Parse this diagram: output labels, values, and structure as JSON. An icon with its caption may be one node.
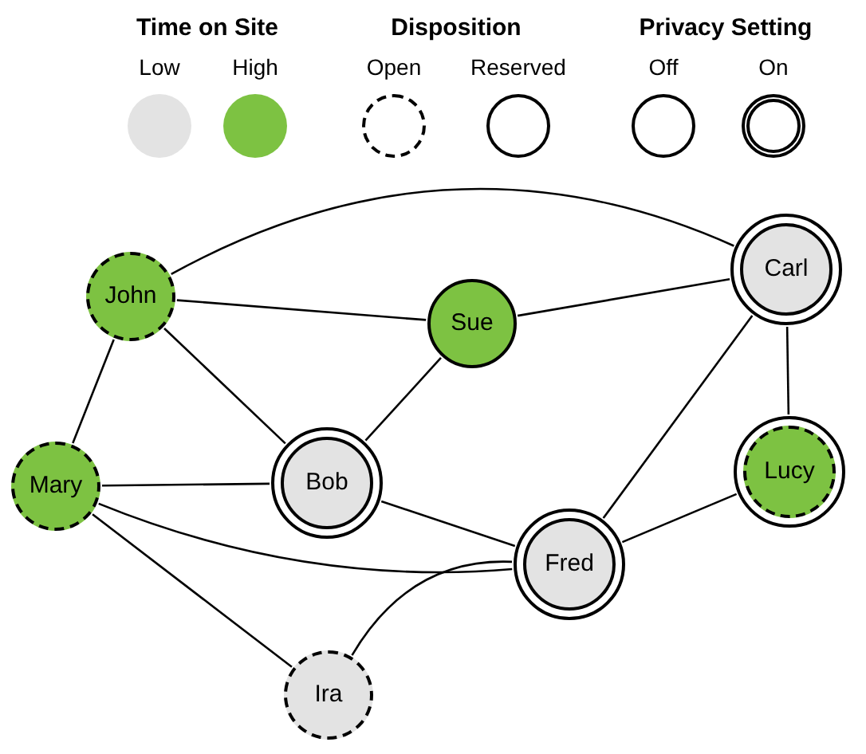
{
  "diagram": {
    "nodes": [
      {
        "text": [
          "John"
        ]
      },
      {
        "text": [
          "Sue"
        ]
      },
      {
        "text": [
          "Carl"
        ]
      },
      {
        "text": [
          "Mary"
        ]
      },
      {
        "text": [
          "Bob"
        ]
      },
      {
        "text": [
          "Lucy"
        ]
      },
      {
        "text": [
          "Fred"
        ]
      },
      {
        "text": [
          "Ira"
        ]
      }
    ],
    "edges": [
      {
        "from": 0,
        "to": 2,
        "arrow": "none"
      },
      {
        "from": 0,
        "to": 1,
        "arrow": "none"
      },
      {
        "from": 0,
        "to": 4,
        "arrow": "none"
      },
      {
        "from": 0,
        "to": 3,
        "arrow": "none"
      },
      {
        "from": 1,
        "to": 2,
        "arrow": "none"
      },
      {
        "from": 1,
        "to": 4,
        "arrow": "none"
      },
      {
        "from": 3,
        "to": 4,
        "arrow": "none"
      },
      {
        "from": 3,
        "to": 6,
        "arrow": "none"
      },
      {
        "from": 3,
        "to": 7,
        "arrow": "none"
      },
      {
        "from": 4,
        "to": 6,
        "arrow": "none"
      },
      {
        "from": 2,
        "to": 6,
        "arrow": "none"
      },
      {
        "from": 2,
        "to": 5,
        "arrow": "none"
      },
      {
        "from": 5,
        "to": 6,
        "arrow": "none"
      },
      {
        "from": 6,
        "to": 7,
        "arrow": "none"
      }
    ],
    "labels": [
      "Time on Site",
      "Disposition",
      "Privacy Setting"
    ],
    "legend": [
      {
        "text": "Low",
        "color": "#e3e3e3"
      },
      {
        "text": "High",
        "color": "#7dc242"
      },
      {
        "text": "Open"
      },
      {
        "text": "Reserved"
      },
      {
        "text": "Off"
      },
      {
        "text": "On"
      }
    ]
  }
}
